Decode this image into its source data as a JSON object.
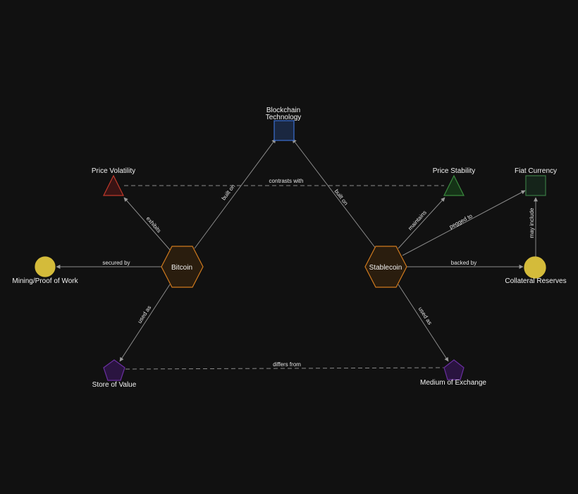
{
  "nodes": {
    "blockchain": {
      "label_line1": "Blockchain",
      "label_line2": "Technology",
      "shape": "square",
      "fill": "#1a2740",
      "stroke": "#3b6fd1"
    },
    "price_volatility": {
      "label": "Price Volatility",
      "shape": "triangle",
      "fill": "#3a1414",
      "stroke": "#c0392b"
    },
    "price_stability": {
      "label": "Price Stability",
      "shape": "triangle",
      "fill": "#153317",
      "stroke": "#3a8a3e"
    },
    "fiat_currency": {
      "label": "Fiat Currency",
      "shape": "square",
      "fill": "#15241a",
      "stroke": "#3a7a44"
    },
    "mining": {
      "label": "Mining/Proof of Work",
      "shape": "circle",
      "fill": "#d4bb3a",
      "stroke": "#d4bb3a"
    },
    "bitcoin": {
      "label": "Bitcoin",
      "shape": "hexagon",
      "fill": "#2a1d0e",
      "stroke": "#d07a1e"
    },
    "stablecoin": {
      "label": "Stablecoin",
      "shape": "hexagon",
      "fill": "#2a1d0e",
      "stroke": "#d07a1e"
    },
    "collateral": {
      "label": "Collateral Reserves",
      "shape": "circle",
      "fill": "#d4bb3a",
      "stroke": "#d4bb3a"
    },
    "store_of_value": {
      "label": "Store of Value",
      "shape": "pentagon",
      "fill": "#2a1440",
      "stroke": "#6a2fa0"
    },
    "medium_of_exchange": {
      "label": "Medium of Exchange",
      "shape": "pentagon",
      "fill": "#2a1440",
      "stroke": "#6a2fa0"
    }
  },
  "edges": {
    "bitcoin_blockchain": "built on",
    "stablecoin_blockchain": "built on",
    "volatility_stability": "contrasts with",
    "bitcoin_volatility": "exhibits",
    "stablecoin_stability": "maintains",
    "stablecoin_fiat": "pegged to",
    "collateral_fiat": "may include",
    "bitcoin_mining": "secured by",
    "stablecoin_collateral": "backed by",
    "bitcoin_store": "used as",
    "stablecoin_medium": "used as",
    "store_medium": "differs from"
  }
}
